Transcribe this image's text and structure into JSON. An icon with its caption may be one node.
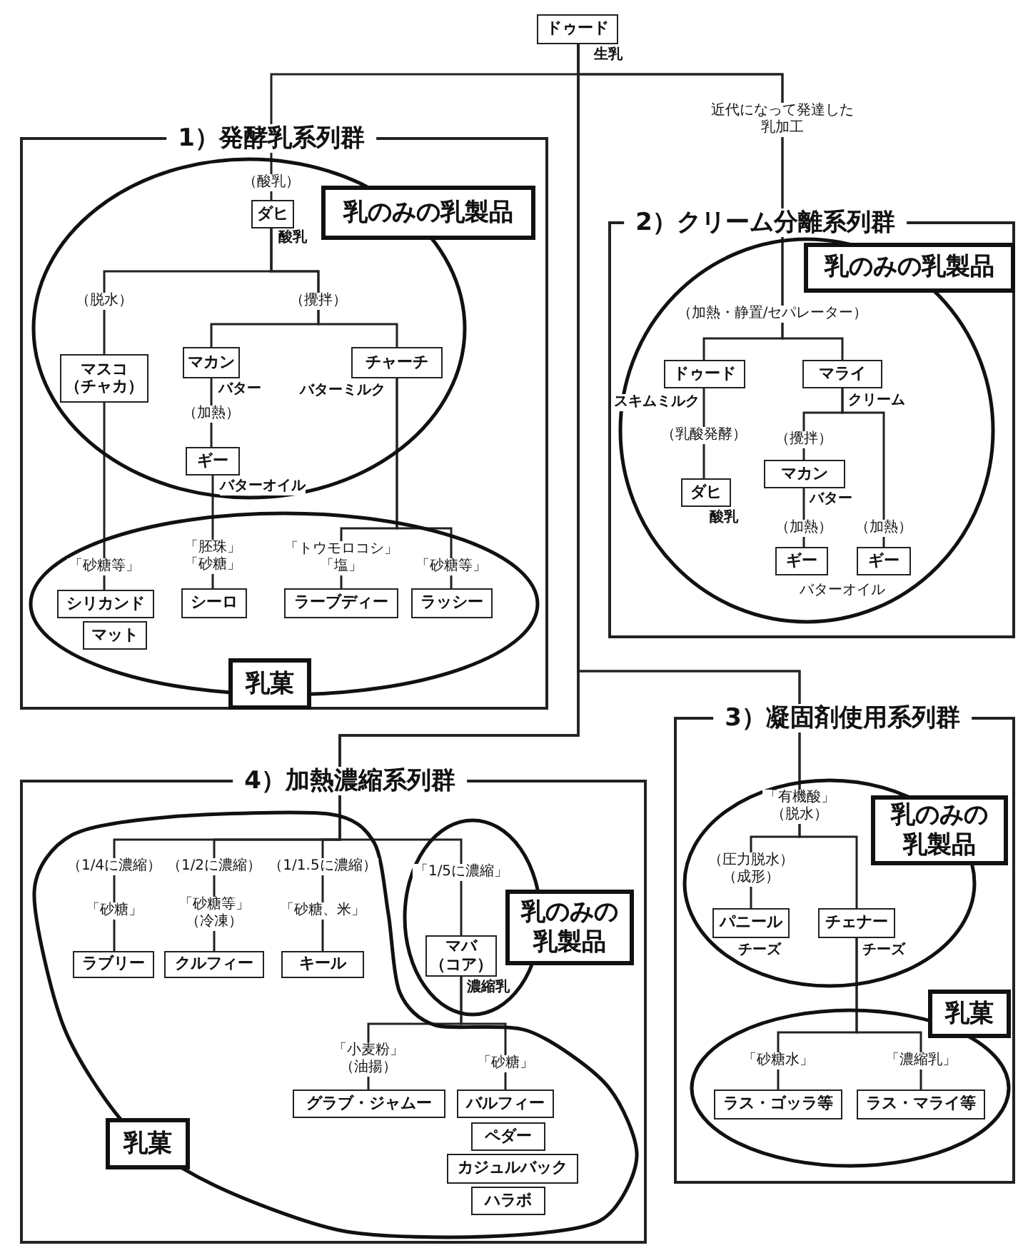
{
  "diagram": {
    "nodes": [
      {
        "text": [
          "ドゥード"
        ],
        "beside": [
          "生乳"
        ]
      },
      {
        "text": [
          "1）発酵乳系列群"
        ]
      },
      {
        "text": [
          "乳のみの乳製品"
        ],
        "in": 1
      },
      {
        "text": [
          "ダヒ"
        ],
        "in": 2,
        "beside": [
          "酸乳"
        ]
      },
      {
        "text": [
          "マスコ（チャカ）"
        ],
        "in": 2
      },
      {
        "text": [
          "マカン"
        ],
        "in": 2,
        "beside": [
          "バター"
        ]
      },
      {
        "text": [
          "チャーチ"
        ],
        "in": 2,
        "beside": [
          "バターミルク"
        ]
      },
      {
        "text": [
          "ギー"
        ],
        "in": 2,
        "beside": [
          "バターオイル"
        ]
      },
      {
        "text": [
          "乳菓"
        ],
        "in": 1
      },
      {
        "text": [
          "シリカンド"
        ],
        "in": 8
      },
      {
        "text": [
          "マット"
        ],
        "in": 8
      },
      {
        "text": [
          "シーロ"
        ],
        "in": 8
      },
      {
        "text": [
          "ラーブディー"
        ],
        "in": 8
      },
      {
        "text": [
          "ラッシー"
        ],
        "in": 8
      },
      {
        "text": [
          "2）クリーム分離系列群"
        ]
      },
      {
        "text": [
          "乳のみの乳製品"
        ],
        "in": 14
      },
      {
        "text": [
          "ドゥード"
        ],
        "in": 15,
        "beside": [
          "スキムミルク"
        ]
      },
      {
        "text": [
          "マライ"
        ],
        "in": 15,
        "beside": [
          "クリーム"
        ]
      },
      {
        "text": [
          "ダヒ"
        ],
        "in": 15,
        "beside": [
          "酸乳"
        ]
      },
      {
        "text": [
          "マカン"
        ],
        "in": 15,
        "beside": [
          "バター"
        ]
      },
      {
        "text": [
          "ギー"
        ],
        "in": 15
      },
      {
        "text": [
          "ギー"
        ],
        "in": 15
      },
      {
        "text": [
          "3）凝固剤使用系列群"
        ]
      },
      {
        "text": [
          "乳のみの乳製品"
        ],
        "in": 22
      },
      {
        "text": [
          "パニール"
        ],
        "in": 23,
        "beside": [
          "チーズ"
        ]
      },
      {
        "text": [
          "チェナー"
        ],
        "in": 23,
        "beside": [
          "チーズ"
        ]
      },
      {
        "text": [
          "乳菓"
        ],
        "in": 22
      },
      {
        "text": [
          "ラス・ゴッラ等"
        ],
        "in": 26
      },
      {
        "text": [
          "ラス・マライ等"
        ],
        "in": 26
      },
      {
        "text": [
          "4）加熱濃縮系列群"
        ]
      },
      {
        "text": [
          "乳菓"
        ],
        "in": 29
      },
      {
        "text": [
          "ラブリー"
        ],
        "in": 30
      },
      {
        "text": [
          "クルフィー"
        ],
        "in": 30
      },
      {
        "text": [
          "キール"
        ],
        "in": 30
      },
      {
        "text": [
          "乳のみの乳製品"
        ],
        "in": 29
      },
      {
        "text": [
          "マバ（コア）"
        ],
        "in": 34,
        "beside": [
          "濃縮乳"
        ]
      },
      {
        "text": [
          "グラブ・ジャムー"
        ],
        "in": 30
      },
      {
        "text": [
          "バルフィー"
        ],
        "in": 30
      },
      {
        "text": [
          "ペダー"
        ],
        "in": 30
      },
      {
        "text": [
          "カジュルバック"
        ],
        "in": 30
      },
      {
        "text": [
          "ハラボ"
        ],
        "in": 30
      }
    ],
    "edges": [
      {
        "from": 0,
        "to": 3,
        "arrow": "none",
        "label": "（酸乳）"
      },
      {
        "from": 3,
        "to": 4,
        "arrow": "none",
        "label": "（脱水）"
      },
      {
        "from": 3,
        "to": 5,
        "arrow": "none"
      },
      {
        "from": 3,
        "to": 6,
        "arrow": "none"
      },
      {
        "from": 5,
        "to": 7,
        "arrow": "none",
        "label": "（加熱）"
      },
      {
        "from": 4,
        "to": 9,
        "arrow": "none",
        "label": "「砂糖等」"
      },
      {
        "from": 7,
        "to": 11,
        "arrow": "none",
        "label": "「胚珠」「砂糖」"
      },
      {
        "from": 6,
        "to": 12,
        "arrow": "none",
        "label": "「トウモロコシ」「塩」"
      },
      {
        "from": 6,
        "to": 13,
        "arrow": "none",
        "label": "「砂糖等」"
      },
      {
        "from": 0,
        "to": 16,
        "arrow": "none"
      },
      {
        "from": 0,
        "to": 17,
        "arrow": "none"
      },
      {
        "from": 16,
        "to": 18,
        "arrow": "none",
        "label": "（乳酸発酵）"
      },
      {
        "from": 17,
        "to": 19,
        "arrow": "none",
        "label": "（攪拌）"
      },
      {
        "from": 19,
        "to": 20,
        "arrow": "none",
        "label": "（加熱）"
      },
      {
        "from": 17,
        "to": 21,
        "arrow": "none",
        "label": "（加熱）"
      },
      {
        "from": 0,
        "to": 24,
        "arrow": "none",
        "label": "（圧力脱水）（成形）"
      },
      {
        "from": 0,
        "to": 25,
        "arrow": "none"
      },
      {
        "from": 25,
        "to": 27,
        "arrow": "none",
        "label": "「砂糖水」"
      },
      {
        "from": 25,
        "to": 28,
        "arrow": "none",
        "label": "「濃縮乳」"
      },
      {
        "from": 0,
        "to": 31,
        "arrow": "none",
        "label": "（1/4に濃縮）"
      },
      {
        "from": 0,
        "to": 32,
        "arrow": "none",
        "label": "（1/2に濃縮）"
      },
      {
        "from": 0,
        "to": 33,
        "arrow": "none",
        "label": "（1/1.5に濃縮）"
      },
      {
        "from": 0,
        "to": 35,
        "arrow": "none",
        "label": "「1/5に濃縮」"
      },
      {
        "from": 35,
        "to": 36,
        "arrow": "none",
        "label": "「小麦粉」（油揚）"
      },
      {
        "from": 35,
        "to": 37,
        "arrow": "none",
        "label": "「砂糖」"
      }
    ],
    "labels": [
      "近代になって発達した乳加工",
      "（攪拌）",
      "（加熱・静置/セパレーター）",
      "バターオイル",
      "「有機酸」（脱水）",
      "「砂糖」",
      "「砂糖等」（冷凍）",
      "「砂糖、米」"
    ]
  }
}
